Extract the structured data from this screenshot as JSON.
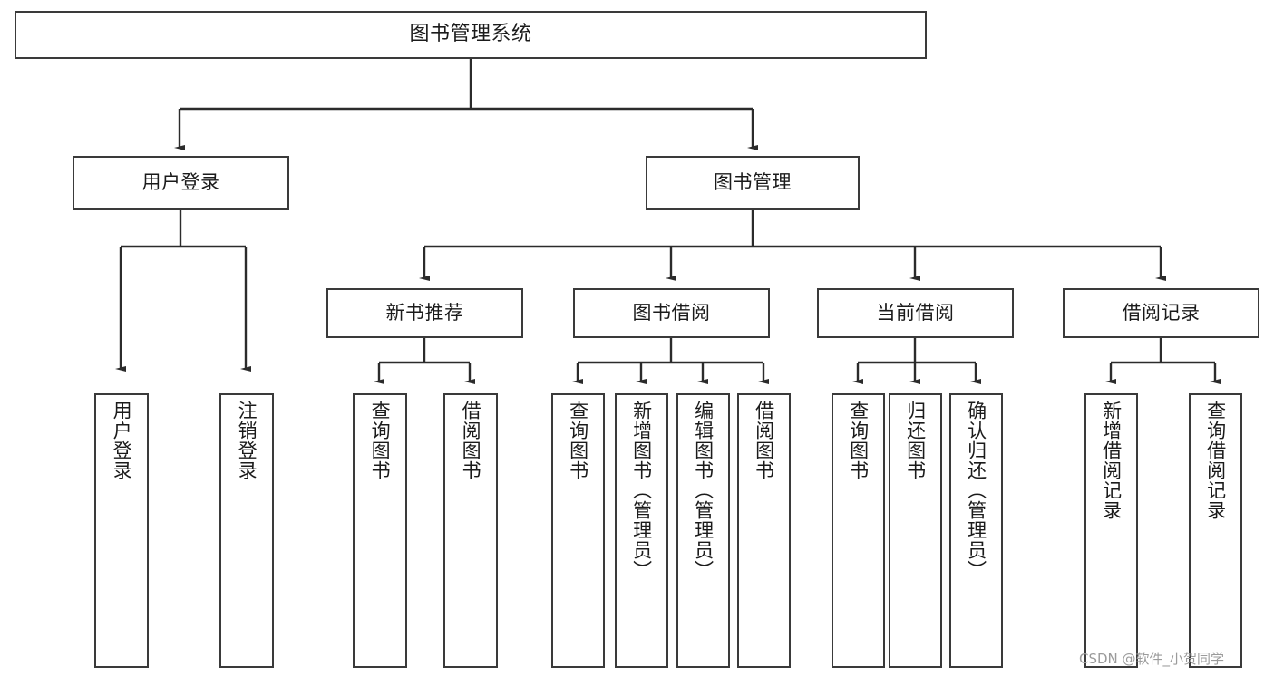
{
  "diagram": {
    "title": "图书管理系统",
    "type": "tree-hierarchy-diagram",
    "watermark": "CSDN @软件_小贺同学",
    "colors": {
      "box_border": "#3a3a3a",
      "box_fill": "#ffffff",
      "connector": "#2b2b2b",
      "text": "#1b1b1b",
      "watermark": "#9b9b9b",
      "background": "#ffffff"
    },
    "levels": {
      "root": {
        "label": "图书管理系统"
      },
      "level2": [
        {
          "id": "user-login",
          "label": "用户登录"
        },
        {
          "id": "book-management",
          "label": "图书管理"
        }
      ],
      "level3": [
        {
          "id": "new-book-recommend",
          "label": "新书推荐",
          "parent": "book-management"
        },
        {
          "id": "book-borrow",
          "label": "图书借阅",
          "parent": "book-management"
        },
        {
          "id": "current-borrow",
          "label": "当前借阅",
          "parent": "book-management"
        },
        {
          "id": "borrow-record",
          "label": "借阅记录",
          "parent": "book-management"
        }
      ],
      "leaves": [
        {
          "id": "leaf-user-login",
          "label": "用户登录",
          "parent": "user-login"
        },
        {
          "id": "leaf-logout",
          "label": "注销登录",
          "parent": "user-login"
        },
        {
          "id": "leaf-query-book-1",
          "label": "查询图书",
          "parent": "new-book-recommend"
        },
        {
          "id": "leaf-borrow-book-1",
          "label": "借阅图书",
          "parent": "new-book-recommend"
        },
        {
          "id": "leaf-query-book-2",
          "label": "查询图书",
          "parent": "book-borrow"
        },
        {
          "id": "leaf-add-book",
          "label": "新增图书（管理员）",
          "parent": "book-borrow"
        },
        {
          "id": "leaf-edit-book",
          "label": "编辑图书（管理员）",
          "parent": "book-borrow"
        },
        {
          "id": "leaf-borrow-book-2",
          "label": "借阅图书",
          "parent": "book-borrow"
        },
        {
          "id": "leaf-query-book-3",
          "label": "查询图书",
          "parent": "current-borrow"
        },
        {
          "id": "leaf-return-book",
          "label": "归还图书",
          "parent": "current-borrow"
        },
        {
          "id": "leaf-confirm-return",
          "label": "确认归还（管理员）",
          "parent": "current-borrow"
        },
        {
          "id": "leaf-add-record",
          "label": "新增借阅记录",
          "parent": "borrow-record"
        },
        {
          "id": "leaf-query-record",
          "label": "查询借阅记录",
          "parent": "borrow-record"
        }
      ]
    }
  }
}
